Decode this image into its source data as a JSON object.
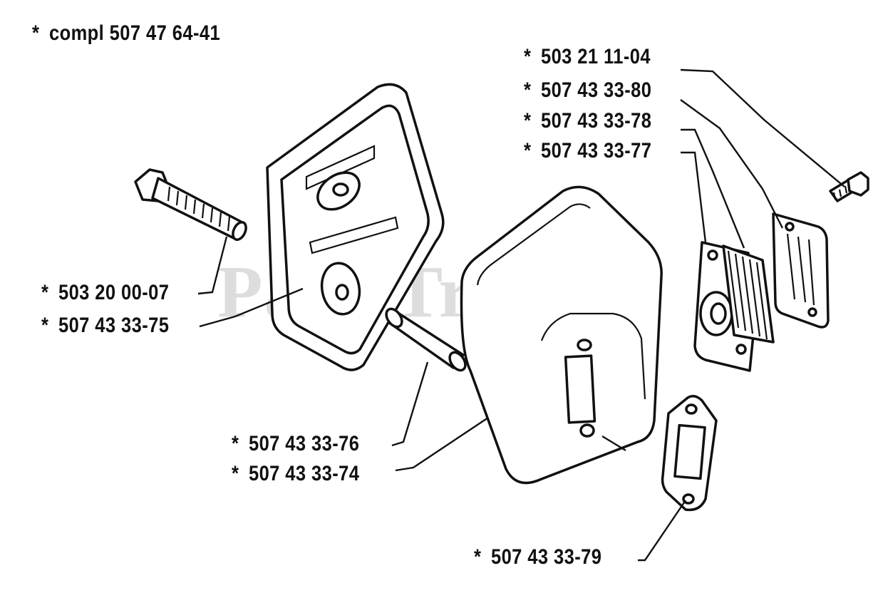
{
  "watermark": {
    "text": "PartsTree",
    "trademark": "™"
  },
  "labels": {
    "compl": {
      "star": "*",
      "text": "compl 507 47 64-41"
    },
    "p_503211104": {
      "star": "*",
      "text": "503 21 11-04"
    },
    "p_507433380": {
      "star": "*",
      "text": "507 43 33-80"
    },
    "p_507433378": {
      "star": "*",
      "text": "507 43 33-78"
    },
    "p_507433377": {
      "star": "*",
      "text": "507 43 33-77"
    },
    "p_503200007": {
      "star": "*",
      "text": "503 20 00-07"
    },
    "p_507433375": {
      "star": "*",
      "text": "507 43 33-75"
    },
    "p_507433376": {
      "star": "*",
      "text": "507 43 33-76"
    },
    "p_507433374": {
      "star": "*",
      "text": "507 43 33-74"
    },
    "p_507433379": {
      "star": "*",
      "text": "507 43 33-79"
    }
  }
}
